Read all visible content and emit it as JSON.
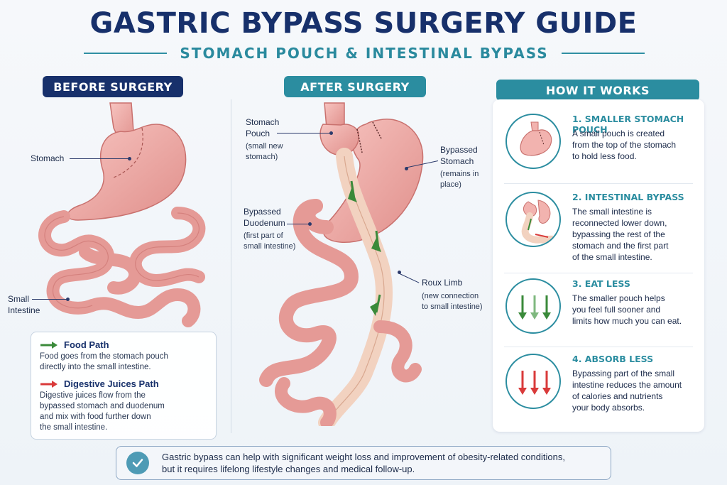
{
  "header": {
    "title": "GASTRIC BYPASS SURGERY GUIDE",
    "subtitle": "STOMACH POUCH & INTESTINAL BYPASS"
  },
  "sections": {
    "before": "BEFORE SURGERY",
    "after": "AFTER SURGERY",
    "how": "HOW IT WORKS"
  },
  "before_labels": {
    "stomach": "Stomach",
    "small_intestine_1": "Small",
    "small_intestine_2": "Intestine"
  },
  "after_labels": {
    "pouch_title_1": "Stomach",
    "pouch_title_2": "Pouch",
    "pouch_sub_1": "(small new",
    "pouch_sub_2": "stomach)",
    "bypassed_stomach_1": "Bypassed",
    "bypassed_stomach_2": "Stomach",
    "bypassed_stomach_sub_1": "(remains in",
    "bypassed_stomach_sub_2": "place)",
    "duodenum_1": "Bypassed",
    "duodenum_2": "Duodenum",
    "duodenum_sub_1": "(first part of",
    "duodenum_sub_2": "small intestine)",
    "roux_title": "Roux Limb",
    "roux_sub_1": "(new connection",
    "roux_sub_2": "to small intestine)"
  },
  "legend": {
    "food_title": "Food Path",
    "food_text_1": "Food goes from the stomach pouch",
    "food_text_2": "directly into the small intestine.",
    "juice_title": "Digestive Juices Path",
    "juice_text_1": "Digestive juices flow from the",
    "juice_text_2": "bypassed stomach and duodenum",
    "juice_text_3": "and mix with food further down",
    "juice_text_4": "the small intestine.",
    "food_color": "#3a8a3a",
    "juice_color": "#d93a3a"
  },
  "steps": [
    {
      "title": "1. SMALLER STOMACH POUCH",
      "lines": [
        "A small pouch is created",
        "from the top of the stomach",
        "to hold less food."
      ]
    },
    {
      "title": "2. INTESTINAL BYPASS",
      "lines": [
        "The small intestine is",
        "reconnected lower down,",
        "bypassing the rest of the",
        "stomach and the first part",
        "of the small intestine."
      ]
    },
    {
      "title": "3. EAT LESS",
      "lines": [
        "The smaller pouch helps",
        "you feel full sooner and",
        "limits how much you can eat."
      ]
    },
    {
      "title": "4. ABSORB LESS",
      "lines": [
        "Bypassing part of the small",
        "intestine reduces the amount",
        "of calories and nutrients",
        "your body absorbs."
      ]
    }
  ],
  "footer": {
    "line1": "Gastric bypass can help with significant weight loss and improvement of obesity-related conditions,",
    "line2": "but it requires lifelong lifestyle changes and medical follow-up."
  },
  "colors": {
    "navy": "#17306b",
    "teal": "#2b8da0",
    "tissue": "#f2a9a6",
    "tissue_dark": "#d9807d"
  }
}
